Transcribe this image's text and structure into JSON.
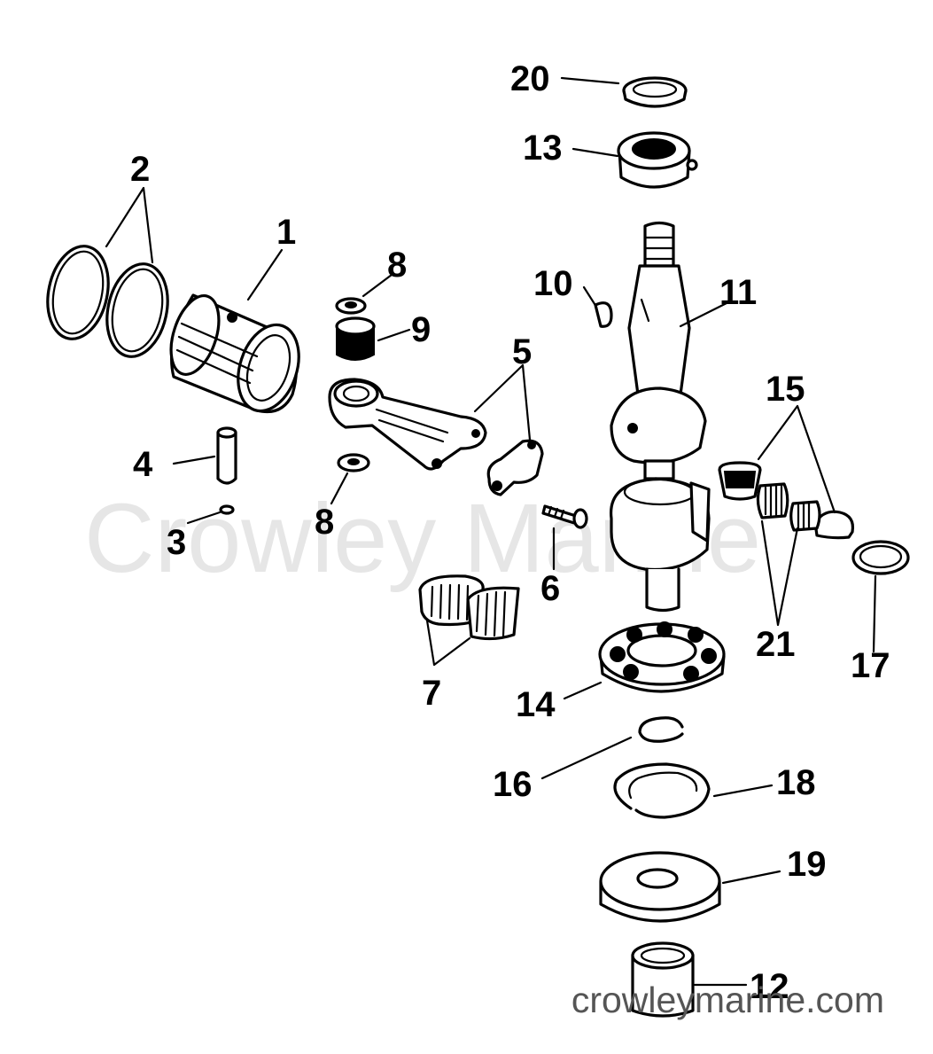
{
  "watermark": "Crowley Marine",
  "site_url": "crowleymarine.com",
  "callouts": {
    "c1": "1",
    "c2": "2",
    "c3": "3",
    "c4": "4",
    "c5": "5",
    "c6": "6",
    "c7": "7",
    "c8a": "8",
    "c8b": "8",
    "c9": "9",
    "c10": "10",
    "c11": "11",
    "c12": "12",
    "c13": "13",
    "c14": "14",
    "c15": "15",
    "c16": "16",
    "c17": "17",
    "c18": "18",
    "c19": "19",
    "c20": "20",
    "c21": "21"
  }
}
